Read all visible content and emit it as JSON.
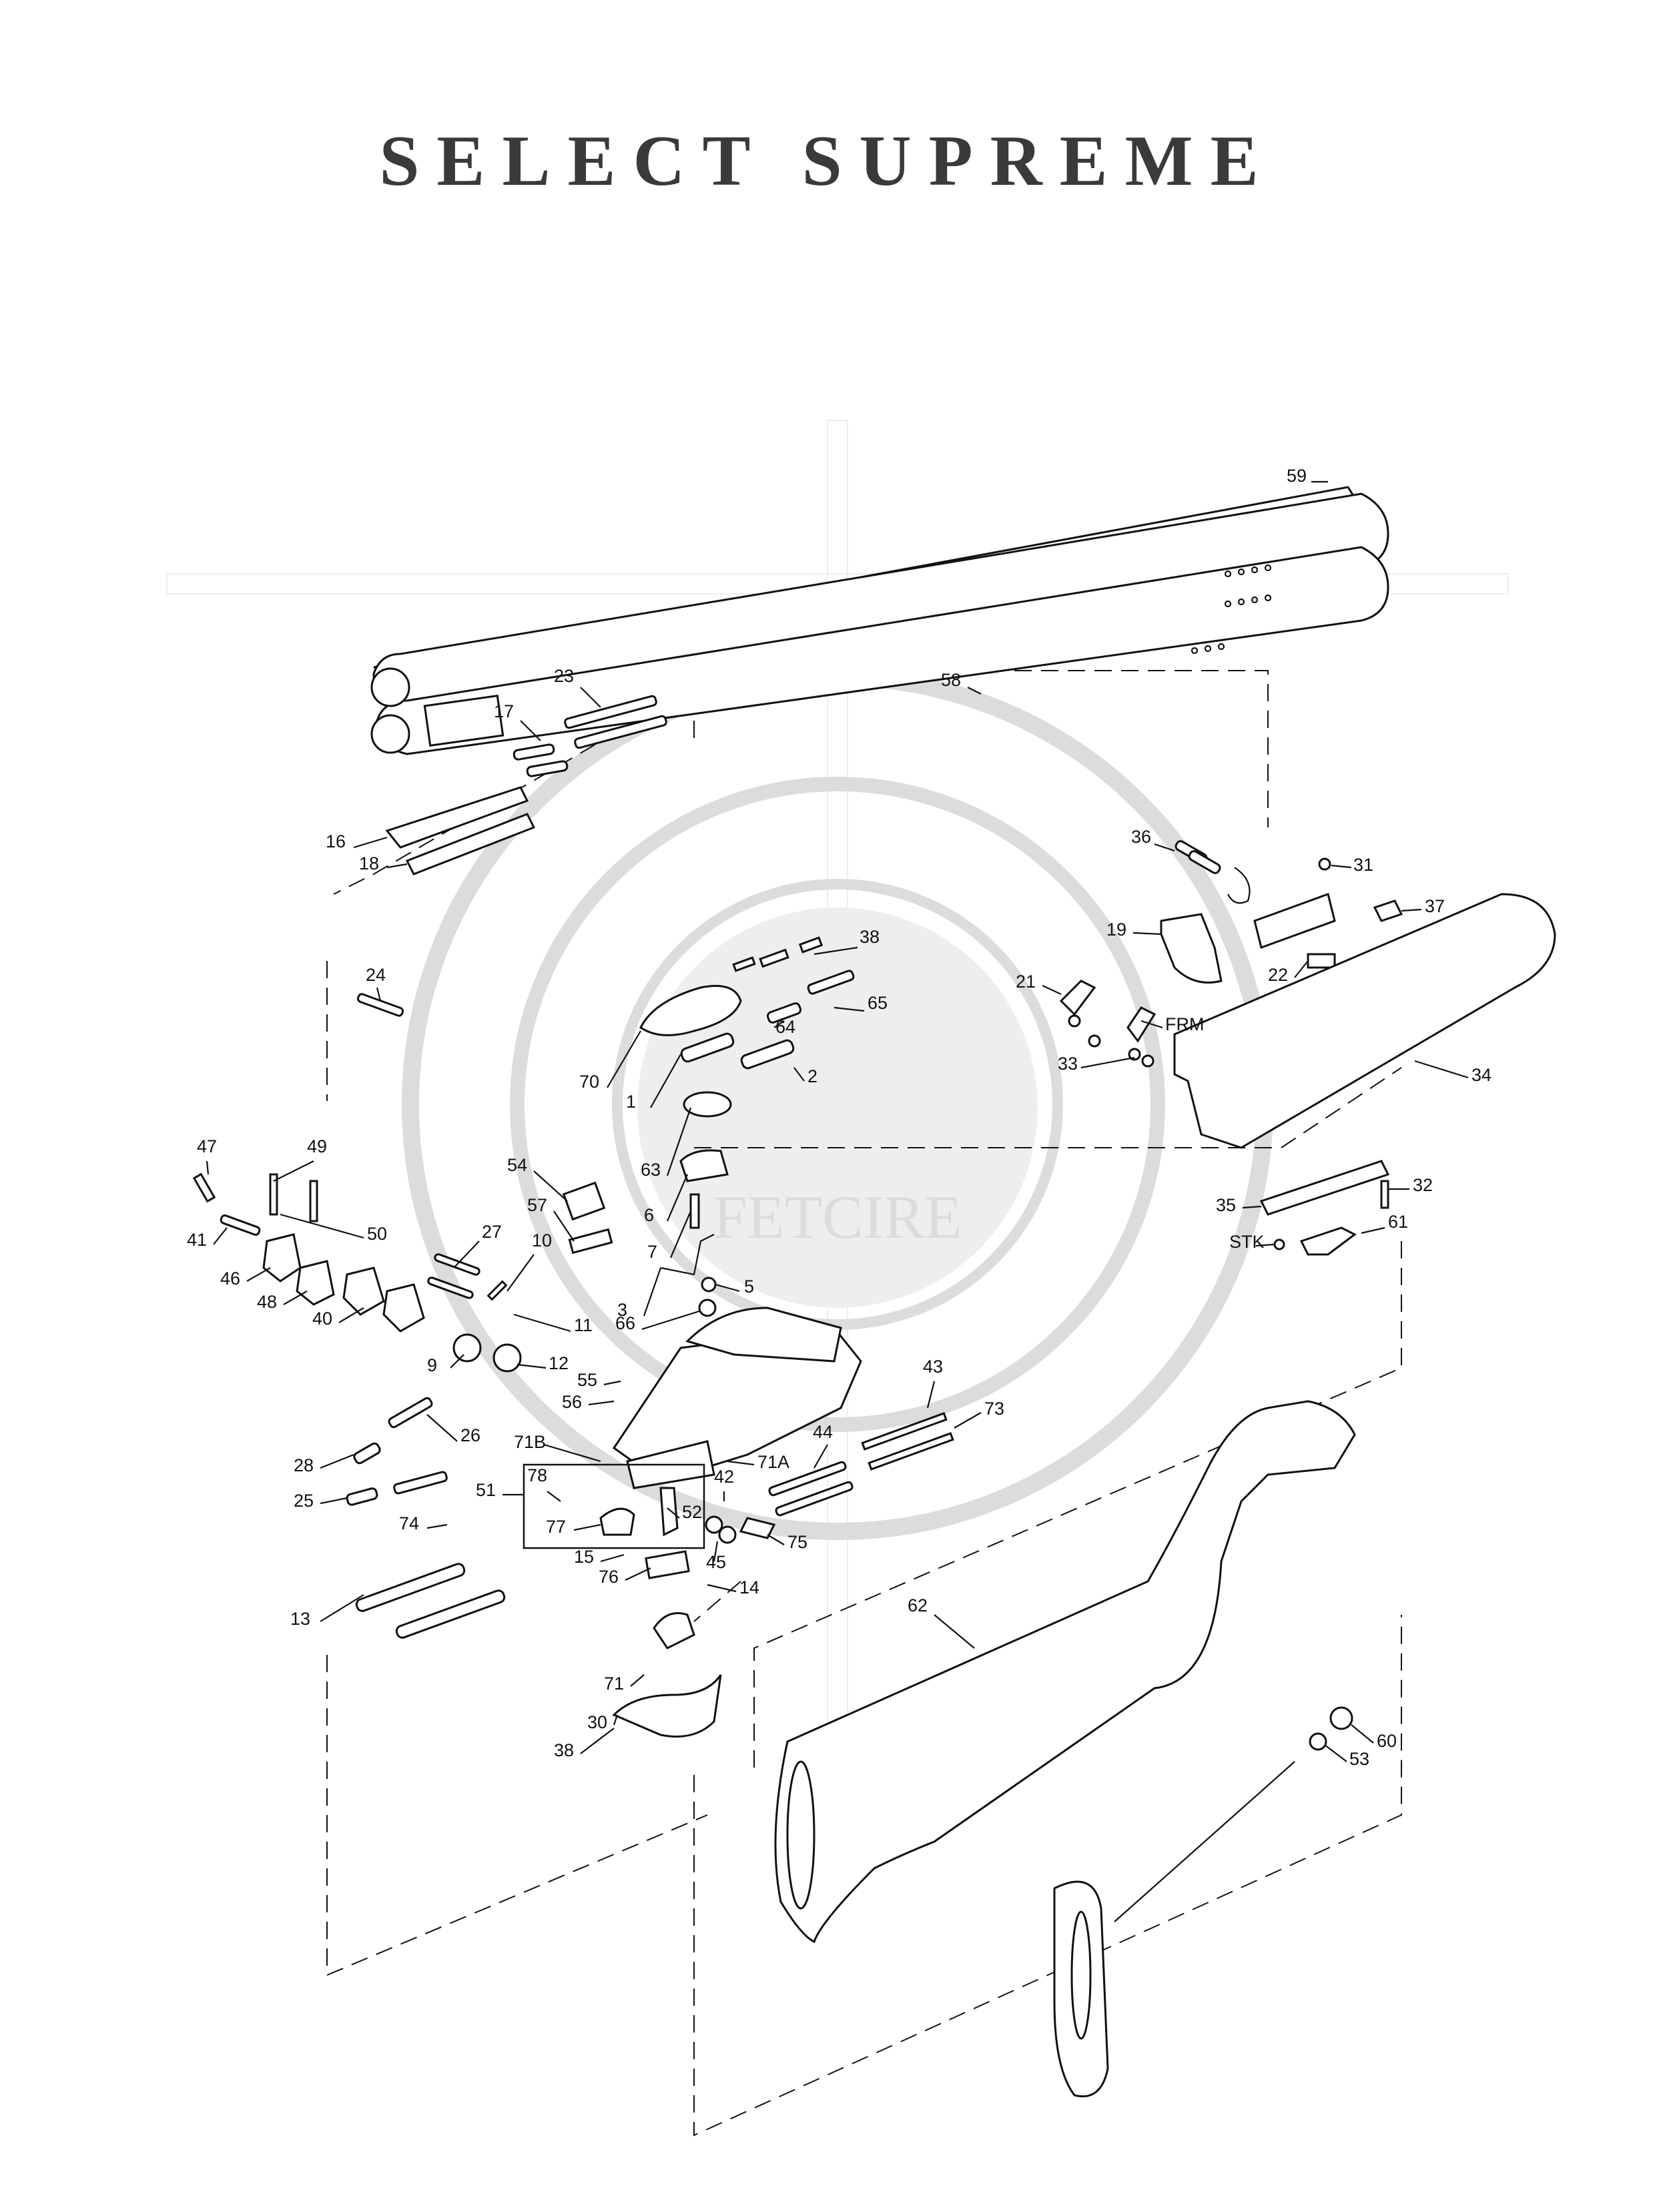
{
  "title": "SELECT SUPREME",
  "watermark": {
    "text": "FETCIRE",
    "color": "#dcdcdc"
  },
  "part_labels": [
    "59",
    "58",
    "23",
    "17",
    "16",
    "18",
    "24",
    "38",
    "65",
    "64",
    "70",
    "1",
    "2",
    "63",
    "54",
    "57",
    "6",
    "7",
    "3",
    "5",
    "66",
    "47",
    "49",
    "41",
    "50",
    "46",
    "48",
    "40",
    "27",
    "10",
    "11",
    "9",
    "12",
    "55",
    "56",
    "28",
    "26",
    "25",
    "71B",
    "51",
    "78",
    "77",
    "52",
    "74",
    "15",
    "76",
    "13",
    "42",
    "71A",
    "44",
    "45",
    "75",
    "14",
    "43",
    "73",
    "71",
    "30",
    "38",
    "36",
    "31",
    "37",
    "19",
    "22",
    "21",
    "FRM",
    "33",
    "34",
    "35",
    "32",
    "STK",
    "61",
    "62",
    "60",
    "53"
  ],
  "colors": {
    "ink": "#111111",
    "title": "#3a3a3a"
  }
}
